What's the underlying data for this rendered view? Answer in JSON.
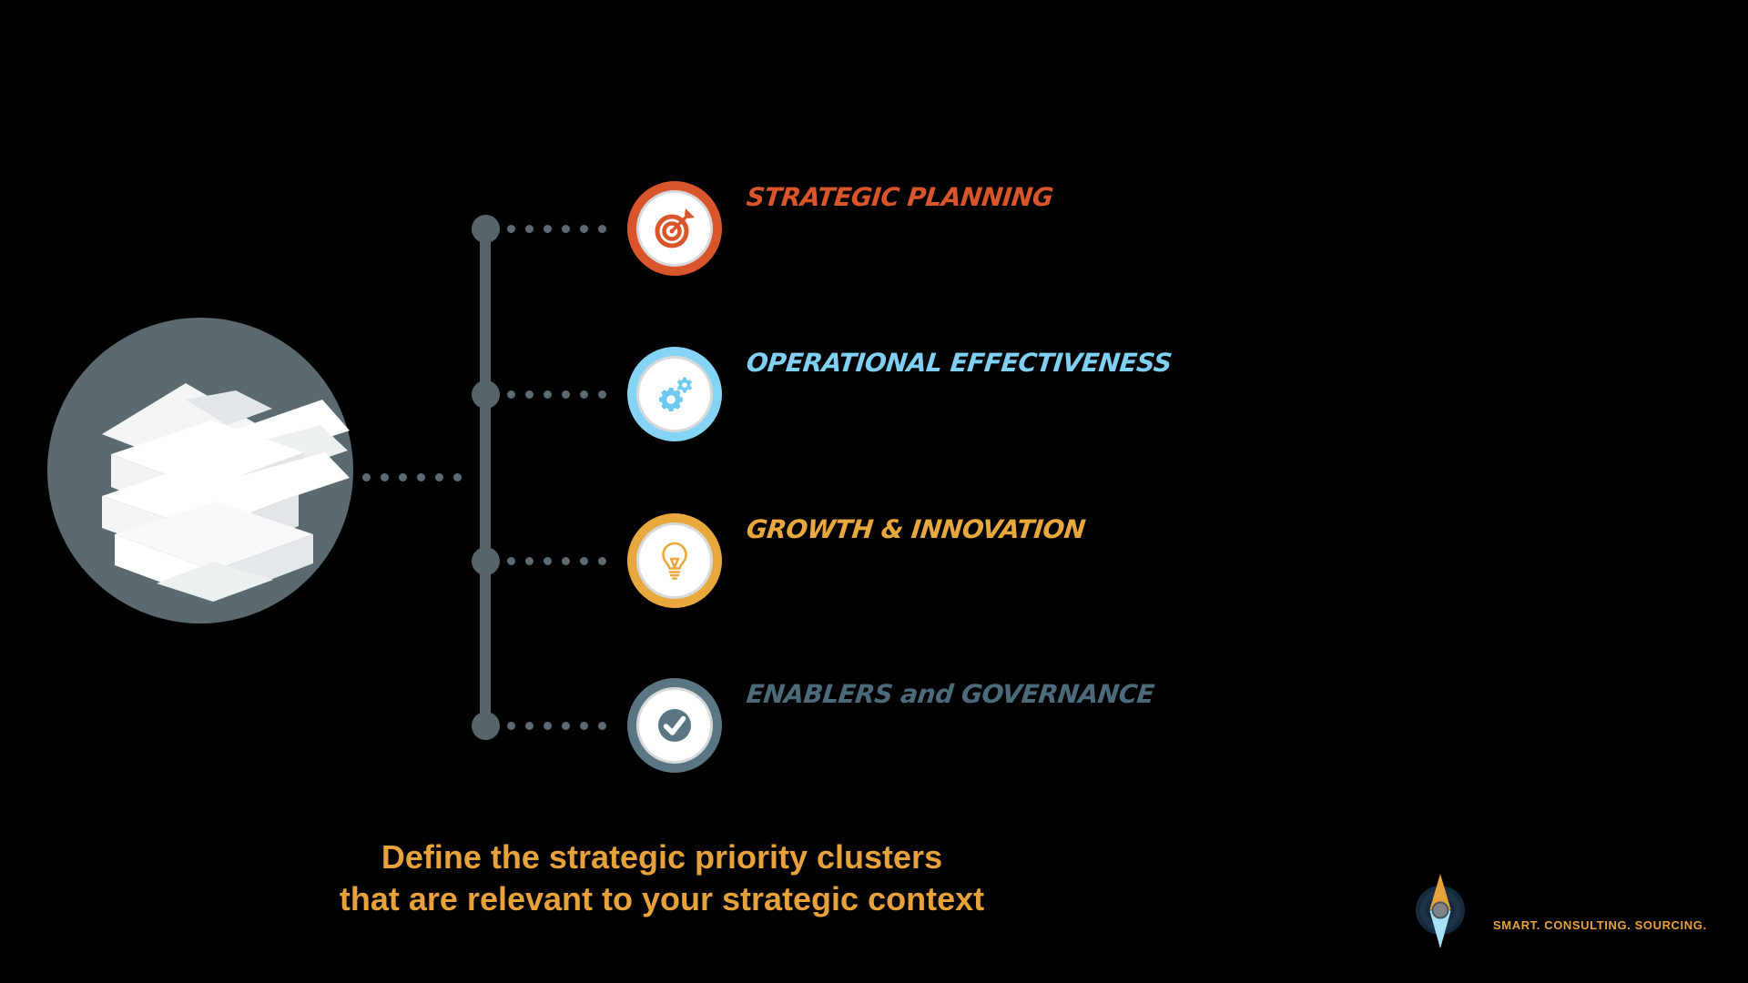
{
  "page": {
    "background": "#000000"
  },
  "clusters": [
    {
      "label": "STRATEGIC PLANNING",
      "label_color": "#D9552B",
      "ring_color": "#D9552B",
      "icon": "target-icon"
    },
    {
      "label": "OPERATIONAL EFFECTIVENESS",
      "label_color": "#7FD0F2",
      "ring_color": "#85D4F5",
      "icon": "gears-icon"
    },
    {
      "label": "GROWTH & INNOVATION",
      "label_color": "#E8A83E",
      "ring_color": "#E8A83E",
      "icon": "lightbulb-icon"
    },
    {
      "label": "ENABLERS and GOVERNANCE",
      "label_color": "#4C6B7A",
      "ring_color": "#5A7683",
      "icon": "check-circle-icon"
    }
  ],
  "left_visual": {
    "icon": "paper-stack-icon",
    "circle_color": "#5A6A6E"
  },
  "caption": {
    "line1": "Define the strategic priority clusters",
    "line2": "that are relevant to your strategic context",
    "color": "#E8A23B"
  },
  "logo": {
    "icon": "compass-icon",
    "tagline": "SMART. CONSULTING. SOURCING.",
    "color": "#E8A23B"
  }
}
